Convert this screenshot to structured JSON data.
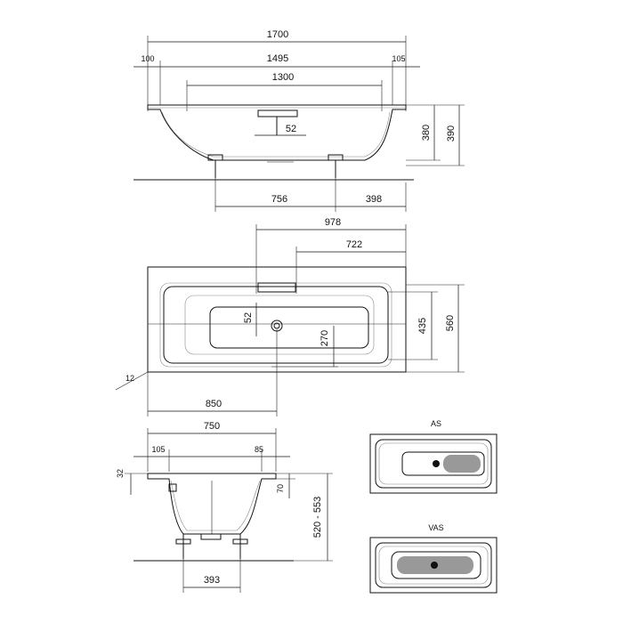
{
  "top_view": {
    "overall_length": "1700",
    "left_rim": "100",
    "inner_length": "1495",
    "right_rim": "105",
    "bottom_length": "1300",
    "overflow_offset": "52",
    "height_inner": "380",
    "height_total": "390",
    "foot_span": "756",
    "foot_to_end": "398"
  },
  "plan_view": {
    "drain_from_right": "978",
    "overflow_from_right": "722",
    "drain_offset": "52",
    "drain_to_side": "270",
    "inner_width": "435",
    "overall_width": "560",
    "corner_radius": "12",
    "plan_overall_length": "850"
  },
  "section_view": {
    "top_width": "750",
    "rim_left": "105",
    "rim_right": "85",
    "rim_height": "32",
    "rim_drop": "70",
    "height_range": "520 - 553",
    "foot_width": "393"
  },
  "variants": {
    "as_label": "AS",
    "vas_label": "VAS"
  }
}
